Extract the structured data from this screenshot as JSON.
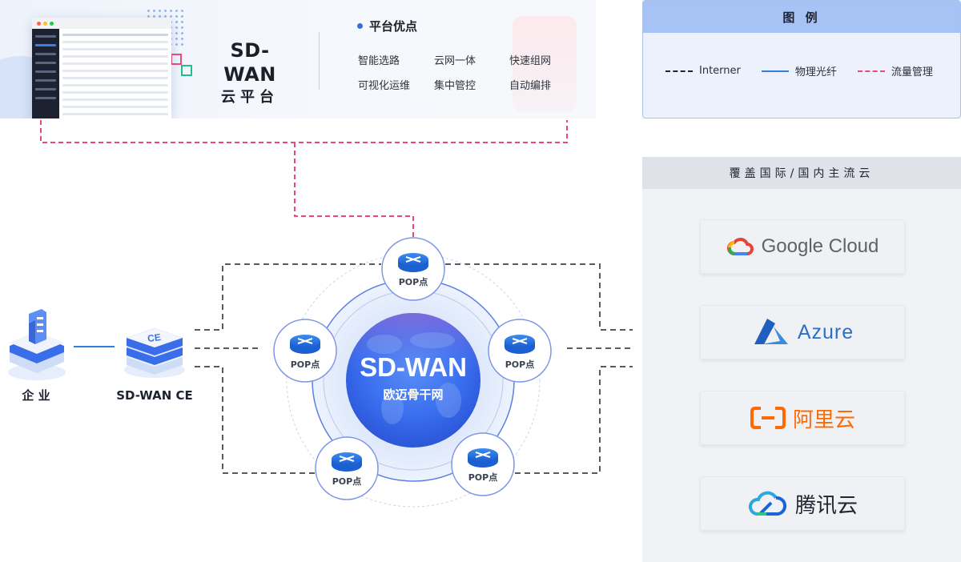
{
  "platform": {
    "title_line1": "SD-WAN",
    "title_line2": "云平台",
    "advantages_title": "平台优点",
    "features": [
      "智能选路",
      "云网一体",
      "快速组网",
      "可视化运维",
      "集中管控",
      "自动编排"
    ]
  },
  "legend": {
    "title": "图 例",
    "items": [
      {
        "label": "Interner",
        "color": "#1f2430",
        "style": "dashed"
      },
      {
        "label": "物理光纤",
        "color": "#2f7fd8",
        "style": "solid"
      },
      {
        "label": "流量管理",
        "color": "#e8497a",
        "style": "dashed"
      }
    ]
  },
  "clouds": {
    "title": "覆盖国际/国内主流云",
    "providers": [
      {
        "name": "Google Cloud",
        "icon": "google-cloud-icon",
        "color": "#5f6368"
      },
      {
        "name": "Azure",
        "icon": "azure-icon",
        "color": "#2a6fc9"
      },
      {
        "name": "阿里云",
        "icon": "aliyun-icon",
        "color": "#ff6a00"
      },
      {
        "name": "腾讯云",
        "icon": "tencent-cloud-icon",
        "color": "#1f2430"
      }
    ]
  },
  "diagram": {
    "enterprise_label": "企 业",
    "ce_label": "SD-WAN CE",
    "ce_badge": "CE",
    "core_title": "SD-WAN",
    "core_subtitle": "欧迈骨干网",
    "pop_label": "POP点"
  },
  "colors": {
    "accent_blue": "#2f6fe0",
    "traffic_pink": "#e8497a",
    "internet_dark": "#4a4f59",
    "fiber_blue": "#2f7fd8"
  }
}
